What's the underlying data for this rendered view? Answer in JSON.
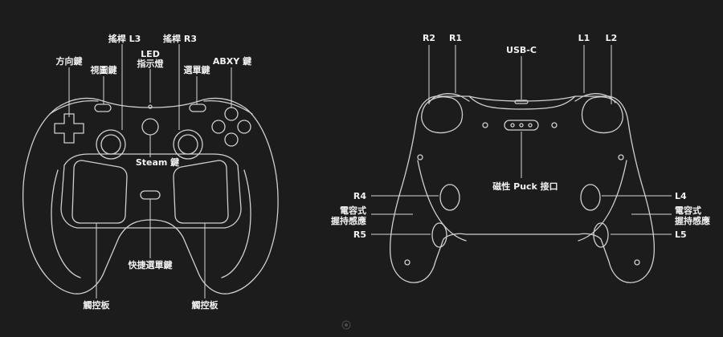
{
  "background_color": "#1c1c1c",
  "line_color": "#cfcfcf",
  "front_view": {
    "labels": {
      "l3": "搖桿 L3",
      "r3": "搖桿 R3",
      "led_line1": "LED",
      "led_line2": "指示燈",
      "dpad": "方向鍵",
      "view": "視圖鍵",
      "menu": "選單鍵",
      "abxy": "ABXY 鍵",
      "steam": "Steam 鍵",
      "quick_menu": "快捷選單鍵",
      "trackpad_left": "觸控板",
      "trackpad_right": "觸控板"
    }
  },
  "back_view": {
    "labels": {
      "r2": "R2",
      "r1": "R1",
      "usbc": "USB-C",
      "l1": "L1",
      "l2": "L2",
      "puck": "磁性 Puck 接口",
      "r4": "R4",
      "cap_left_line1": "電容式",
      "cap_left_line2": "握持感應",
      "r5": "R5",
      "l4": "L4",
      "cap_right_line1": "電容式",
      "cap_right_line2": "握持感應",
      "l5": "L5"
    }
  }
}
